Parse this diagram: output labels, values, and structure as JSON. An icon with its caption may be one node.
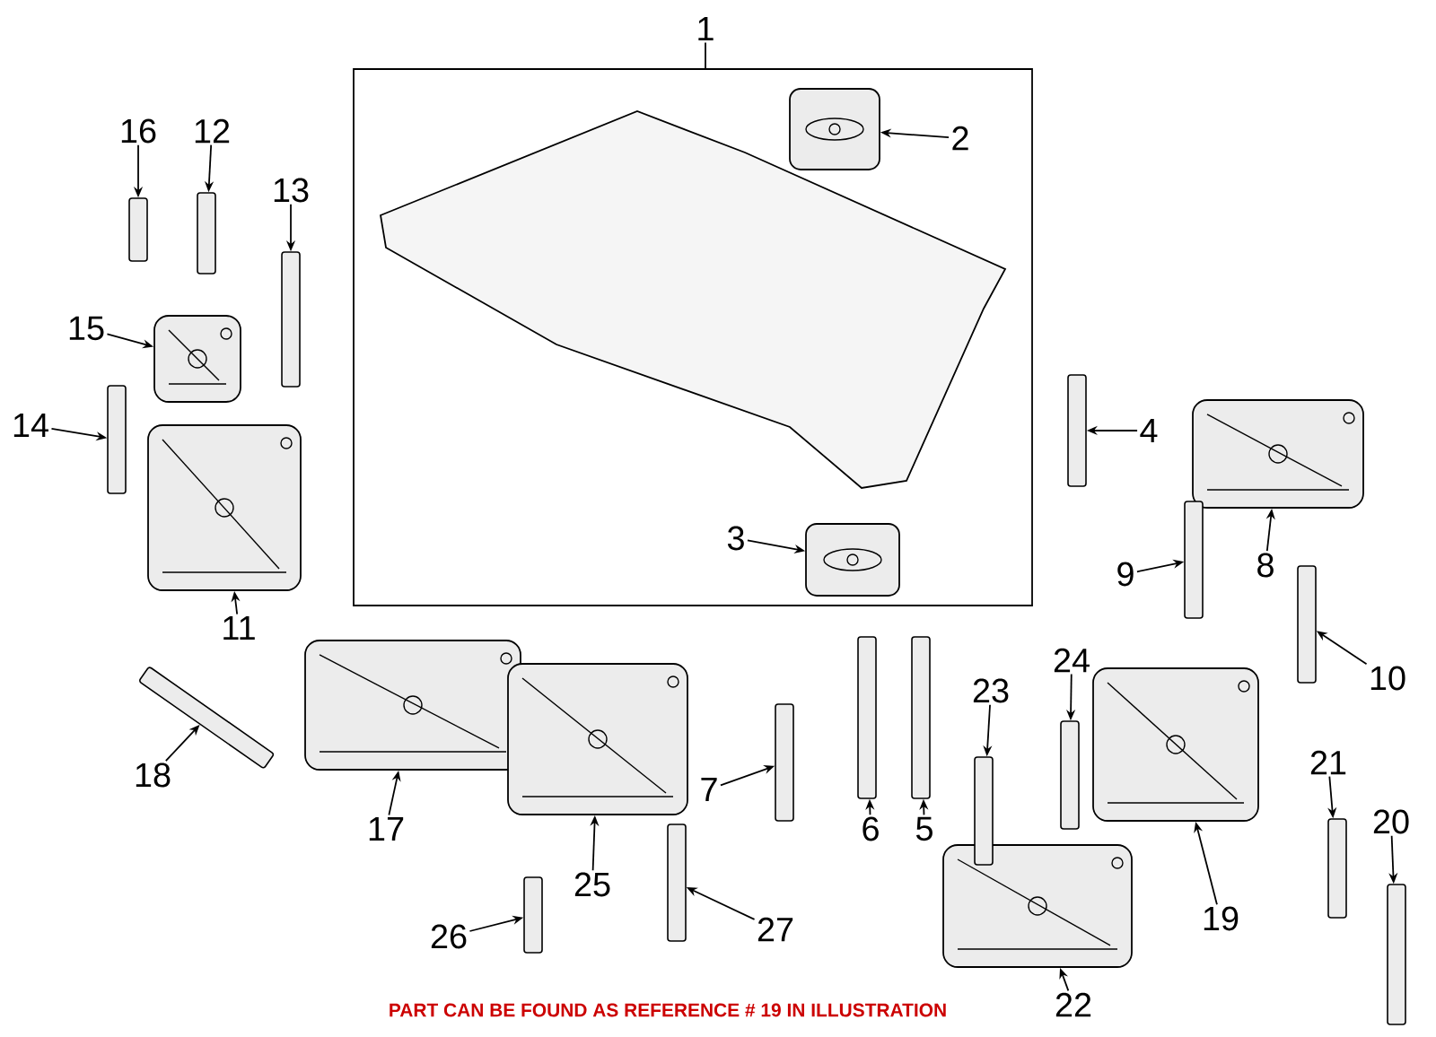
{
  "diagram": {
    "caption": "PART CAN BE FOUND AS REFERENCE # 19 IN ILLUSTRATION",
    "nodes": [
      {
        "text": [
          "1"
        ]
      },
      {
        "text": [],
        "shape": "box"
      },
      {
        "text": [
          "2"
        ],
        "in": 1
      },
      {
        "text": [],
        "shape": "cylinder",
        "in": 1
      },
      {
        "text": [
          "3"
        ],
        "in": 1
      },
      {
        "text": [],
        "shape": "cylinder",
        "in": 1
      },
      {
        "text": [
          "4"
        ]
      },
      {
        "text": [],
        "shape": "bar"
      },
      {
        "text": [
          "5"
        ]
      },
      {
        "text": [],
        "shape": "bar"
      },
      {
        "text": [
          "6"
        ]
      },
      {
        "text": [],
        "shape": "bar"
      },
      {
        "text": [
          "7"
        ]
      },
      {
        "text": [],
        "shape": "bar"
      },
      {
        "text": [
          "8"
        ]
      },
      {
        "text": [],
        "shape": "picture"
      },
      {
        "text": [
          "9"
        ]
      },
      {
        "text": [],
        "shape": "bar"
      },
      {
        "text": [
          "10"
        ]
      },
      {
        "text": [],
        "shape": "bar"
      },
      {
        "text": [
          "11"
        ]
      },
      {
        "text": [],
        "shape": "picture"
      },
      {
        "text": [
          "12"
        ]
      },
      {
        "text": [],
        "shape": "bar"
      },
      {
        "text": [
          "13"
        ]
      },
      {
        "text": [],
        "shape": "bar"
      },
      {
        "text": [
          "14"
        ]
      },
      {
        "text": [],
        "shape": "bar"
      },
      {
        "text": [
          "15"
        ]
      },
      {
        "text": [],
        "shape": "picture"
      },
      {
        "text": [
          "16"
        ]
      },
      {
        "text": [],
        "shape": "bar"
      },
      {
        "text": [
          "17"
        ]
      },
      {
        "text": [],
        "shape": "picture"
      },
      {
        "text": [
          "18"
        ]
      },
      {
        "text": [],
        "shape": "bar"
      },
      {
        "text": [
          "19"
        ]
      },
      {
        "text": [],
        "shape": "picture"
      },
      {
        "text": [
          "20"
        ]
      },
      {
        "text": [],
        "shape": "bar"
      },
      {
        "text": [
          "21"
        ]
      },
      {
        "text": [],
        "shape": "bar"
      },
      {
        "text": [
          "22"
        ]
      },
      {
        "text": [],
        "shape": "picture"
      },
      {
        "text": [
          "23"
        ]
      },
      {
        "text": [],
        "shape": "bar"
      },
      {
        "text": [
          "24"
        ]
      },
      {
        "text": [],
        "shape": "bar"
      },
      {
        "text": [
          "25"
        ]
      },
      {
        "text": [],
        "shape": "picture"
      },
      {
        "text": [
          "26"
        ]
      },
      {
        "text": [],
        "shape": "bar"
      },
      {
        "text": [
          "27"
        ]
      },
      {
        "text": [],
        "shape": "bar"
      }
    ],
    "edges": [
      {
        "from": 0,
        "to": 1,
        "arrow": "none"
      },
      {
        "from": 2,
        "to": 3,
        "arrow": "to"
      },
      {
        "from": 4,
        "to": 5,
        "arrow": "to"
      },
      {
        "from": 6,
        "to": 7,
        "arrow": "to"
      },
      {
        "from": 8,
        "to": 9,
        "arrow": "to"
      },
      {
        "from": 10,
        "to": 11,
        "arrow": "to"
      },
      {
        "from": 12,
        "to": 13,
        "arrow": "to"
      },
      {
        "from": 14,
        "to": 15,
        "arrow": "to"
      },
      {
        "from": 16,
        "to": 17,
        "arrow": "to"
      },
      {
        "from": 18,
        "to": 19,
        "arrow": "to"
      },
      {
        "from": 20,
        "to": 21,
        "arrow": "to"
      },
      {
        "from": 22,
        "to": 23,
        "arrow": "to"
      },
      {
        "from": 24,
        "to": 25,
        "arrow": "to"
      },
      {
        "from": 26,
        "to": 27,
        "arrow": "to"
      },
      {
        "from": 28,
        "to": 29,
        "arrow": "to"
      },
      {
        "from": 30,
        "to": 31,
        "arrow": "to"
      },
      {
        "from": 32,
        "to": 33,
        "arrow": "to"
      },
      {
        "from": 34,
        "to": 35,
        "arrow": "to"
      },
      {
        "from": 36,
        "to": 37,
        "arrow": "to"
      },
      {
        "from": 38,
        "to": 39,
        "arrow": "to"
      },
      {
        "from": 40,
        "to": 41,
        "arrow": "to"
      },
      {
        "from": 42,
        "to": 43,
        "arrow": "to"
      },
      {
        "from": 44,
        "to": 45,
        "arrow": "to"
      },
      {
        "from": 46,
        "to": 47,
        "arrow": "to"
      },
      {
        "from": 48,
        "to": 49,
        "arrow": "to"
      },
      {
        "from": 50,
        "to": 51,
        "arrow": "to"
      },
      {
        "from": 52,
        "to": 53,
        "arrow": "to"
      }
    ]
  }
}
